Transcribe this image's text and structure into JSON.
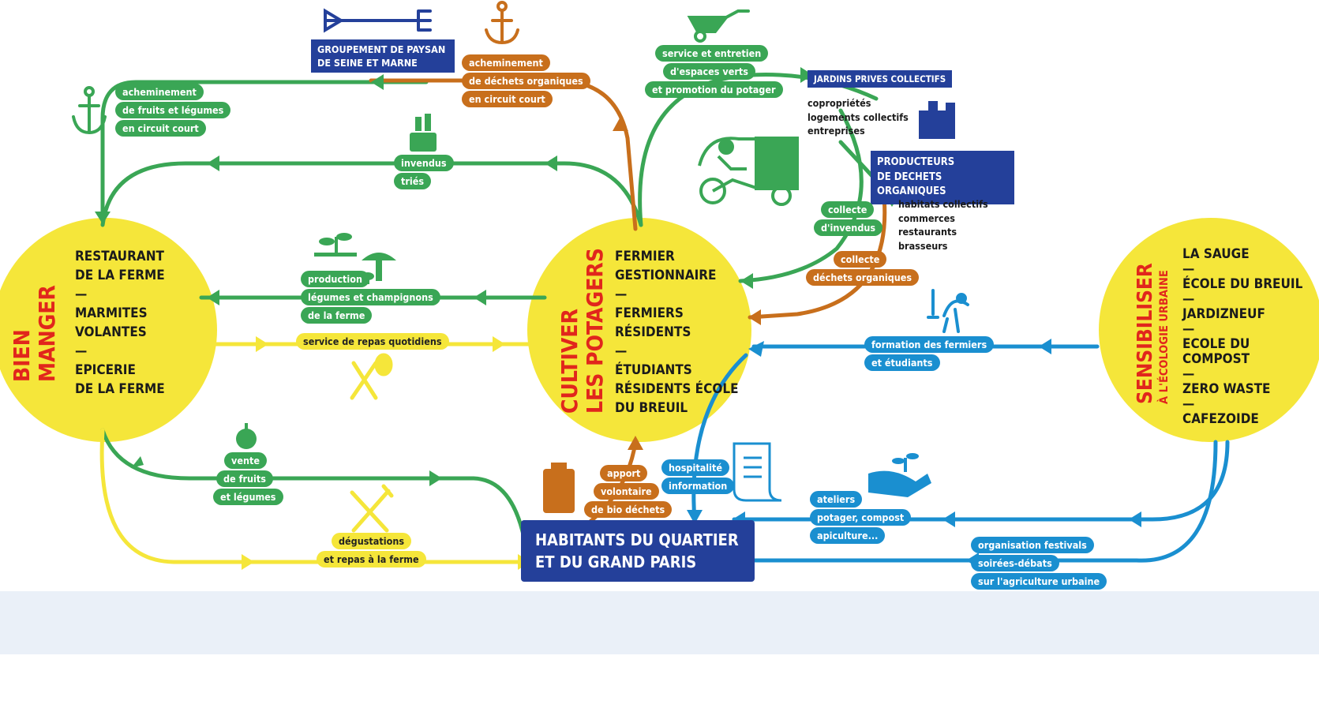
{
  "colors": {
    "green": "#3aa655",
    "orange": "#c86f1c",
    "yellow": "#f5e63a",
    "blue": "#1a8fd0",
    "navy": "#24409a",
    "red": "#e1261c",
    "band": "#eaf0f8"
  },
  "circles": {
    "bien_manger": {
      "title": [
        "BIEN",
        "MANGER"
      ],
      "lines": [
        "RESTAURANT",
        "DE LA FERME",
        "—",
        "MARMITES",
        "VOLANTES",
        "—",
        "EPICERIE",
        "DE LA FERME"
      ]
    },
    "cultiver": {
      "title": [
        "CULTIVER",
        "LES POTAGERS"
      ],
      "lines": [
        "FERMIER",
        "GESTIONNAIRE",
        "—",
        "FERMIERS",
        "RÉSIDENTS",
        "—",
        "ÉTUDIANTS",
        "RÉSIDENTS ÉCOLE",
        "DU BREUIL"
      ]
    },
    "sensibiliser": {
      "title": [
        "SENSIBILISER",
        "À L'ÉCOLOGIE URBAINE"
      ],
      "lines": [
        "LA SAUGE",
        "—",
        "ÉCOLE DU BREUIL",
        "—",
        "JARDIZNEUF",
        "—",
        "ECOLE DU COMPOST",
        "—",
        "ZERO WASTE",
        "—",
        "CAFEZOIDE"
      ]
    }
  },
  "boxes": {
    "groupement": [
      "GROUPEMENT DE PAYSAN",
      "DE SEINE ET MARNE"
    ],
    "jardins": [
      "JARDINS PRIVES COLLECTIFS"
    ],
    "producteurs": [
      "PRODUCTEURS",
      "DE DECHETS ORGANIQUES"
    ],
    "habitants": [
      "HABITANTS DU QUARTIER",
      "ET DU GRAND PARIS"
    ]
  },
  "lists": {
    "jardins": [
      "copropriétés",
      "logements collectifs",
      "entreprises"
    ],
    "producteurs": [
      "habitats collectifs",
      "commerces",
      "restaurants",
      "brasseurs"
    ]
  },
  "labels": {
    "acheminement_fruits": [
      "acheminement",
      "de fruits et légumes",
      "en circuit court"
    ],
    "acheminement_dechets": [
      "acheminement",
      "de déchets organiques",
      "en circuit court"
    ],
    "service_espaces_verts": [
      "service et entretien",
      "d'espaces verts",
      "et promotion du potager"
    ],
    "invendus": [
      "invendus",
      "triés"
    ],
    "production": [
      "production",
      "légumes et champignons",
      "de la ferme"
    ],
    "repas": [
      "service de repas quotidiens"
    ],
    "collecte_invendus": [
      "collecte",
      "d'invendus"
    ],
    "collecte_dechets": [
      "collecte",
      "déchets organiques"
    ],
    "formation": [
      "formation des fermiers",
      "et étudiants"
    ],
    "vente": [
      "vente",
      "de fruits",
      "et légumes"
    ],
    "degustations": [
      "dégustations",
      "et repas à la ferme"
    ],
    "apport": [
      "apport",
      "volontaire",
      "de bio déchets"
    ],
    "hospitalite": [
      "hospitalité",
      "information"
    ],
    "ateliers": [
      "ateliers",
      "potager, compost",
      "apiculture..."
    ],
    "festivals": [
      "organisation festivals",
      "soirées-débats",
      "sur l'agriculture urbaine"
    ]
  }
}
